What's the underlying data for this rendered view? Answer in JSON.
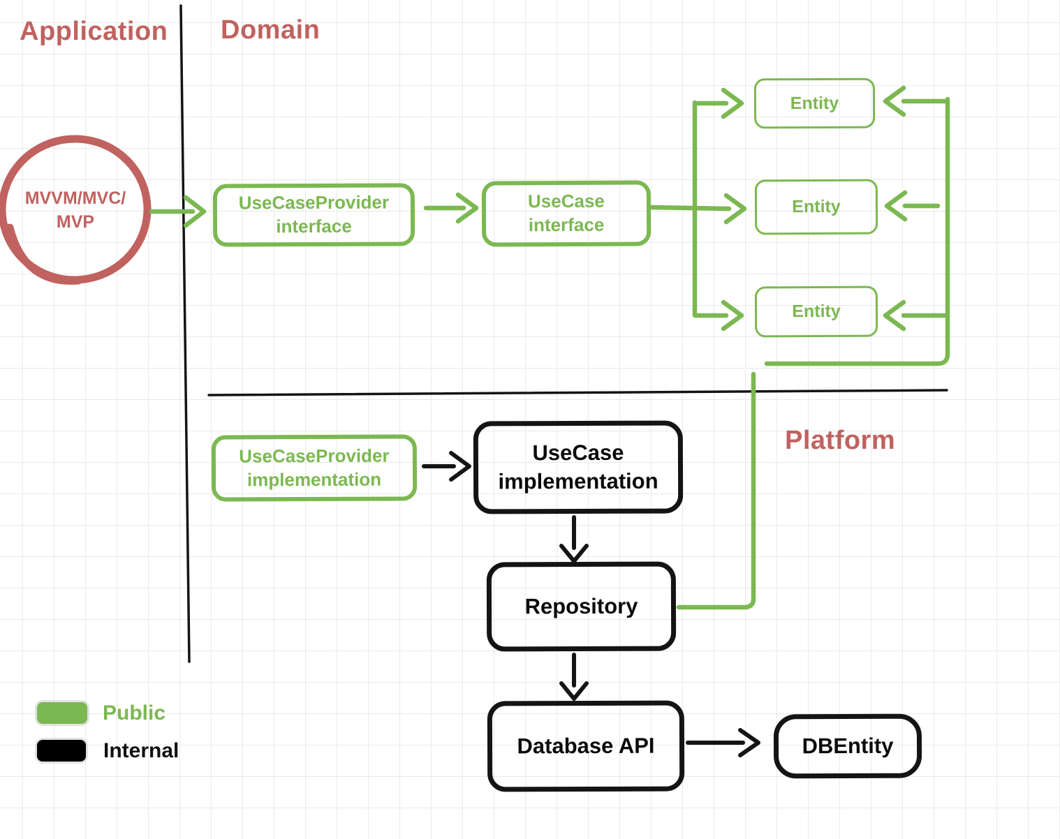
{
  "colors": {
    "public_green": "#7cb851",
    "internal_black": "#141414",
    "section_red": "#c0625f",
    "grid_gray": "#e9e9e9"
  },
  "sections": {
    "application_label": "Application",
    "domain_label": "Domain",
    "platform_label": "Platform"
  },
  "nodes": {
    "presenter": "MVVM/MVC/\nMVP",
    "usecase_provider_interface": "UseCaseProvider\ninterface",
    "usecase_interface": "UseCase\ninterface",
    "entity_top": "Entity",
    "entity_middle": "Entity",
    "entity_bottom": "Entity",
    "usecase_provider_implementation": "UseCaseProvider\nimplementation",
    "usecase_implementation": "UseCase\nimplementation",
    "repository": "Repository",
    "database_api": "Database API",
    "db_entity": "DBEntity"
  },
  "legend": {
    "public_label": "Public",
    "internal_label": "Internal"
  }
}
